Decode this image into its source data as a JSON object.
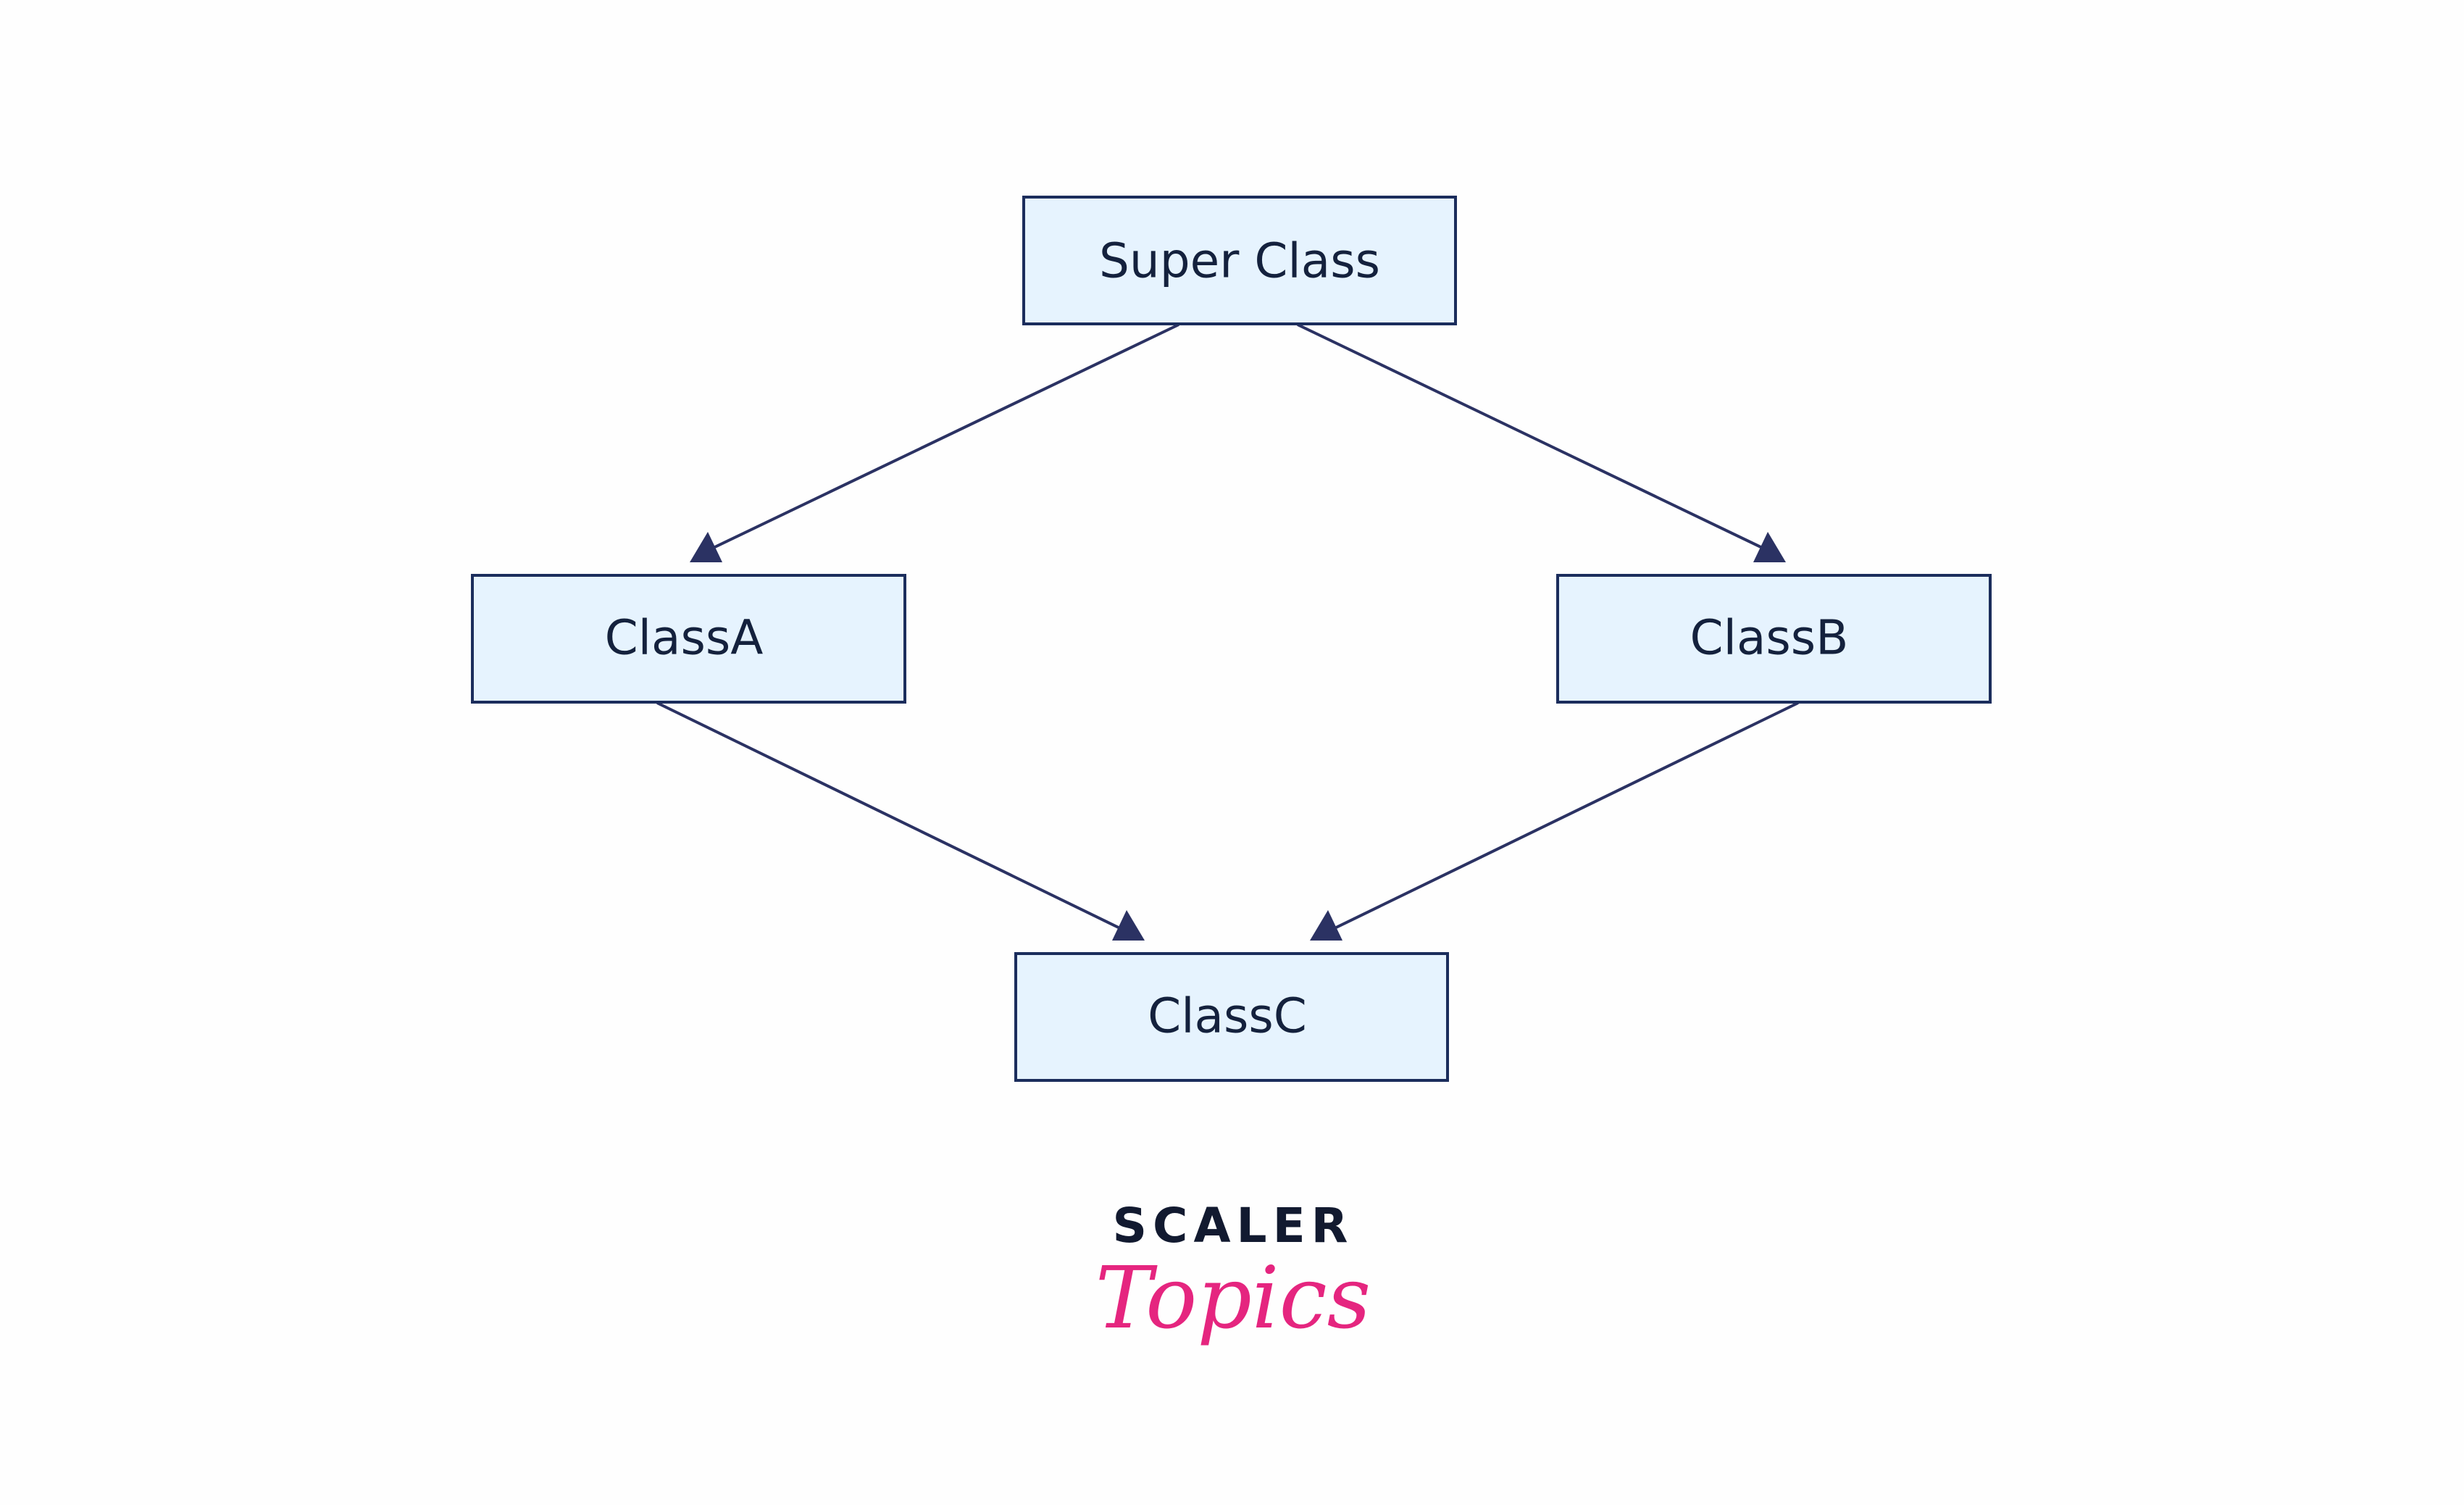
{
  "diagram": {
    "nodes": {
      "super": {
        "label": "Super Class"
      },
      "a": {
        "label": "ClassA"
      },
      "b": {
        "label": "ClassB"
      },
      "c": {
        "label": "ClassC"
      }
    },
    "edges": [
      {
        "from": "Super Class",
        "to": "ClassA"
      },
      {
        "from": "Super Class",
        "to": "ClassB"
      },
      {
        "from": "ClassA",
        "to": "ClassC"
      },
      {
        "from": "ClassB",
        "to": "ClassC"
      }
    ]
  },
  "logo": {
    "word": "SCALER",
    "script": "Topics"
  },
  "colors": {
    "node_fill": "#e6f3fe",
    "node_border": "#1b2d5c",
    "edge": "#2b3263",
    "logo_dark": "#121a30",
    "logo_accent": "#e5257f"
  }
}
